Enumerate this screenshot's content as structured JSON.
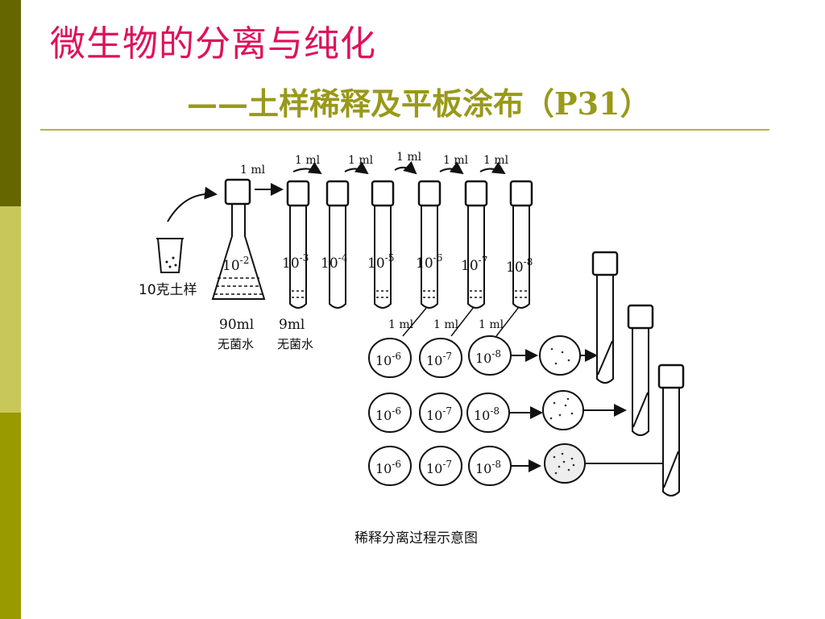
{
  "slide": {
    "title": "微生物的分离与纯化",
    "subtitle": "——土样稀释及平板涂布（P31）"
  },
  "diagram": {
    "soil_label": "10克土样",
    "flask_water": "90ml",
    "flask_water_label": "无菌水",
    "tube_water": "9ml",
    "tube_water_label": "无菌水",
    "transfer_volume": "1 ml",
    "dilutions": [
      "10",
      "10",
      "10",
      "10",
      "10",
      "10",
      "10"
    ],
    "dilution_exponents": [
      "-2",
      "-3",
      "-4",
      "-5",
      "-6",
      "-7",
      "-8"
    ],
    "plate_rows": [
      [
        {
          "base": "10",
          "exp": "-6"
        },
        {
          "base": "10",
          "exp": "-7"
        },
        {
          "base": "10",
          "exp": "-8"
        }
      ],
      [
        {
          "base": "10",
          "exp": "-6"
        },
        {
          "base": "10",
          "exp": "-7"
        },
        {
          "base": "10",
          "exp": "-8"
        }
      ],
      [
        {
          "base": "10",
          "exp": "-6"
        },
        {
          "base": "10",
          "exp": "-7"
        },
        {
          "base": "10",
          "exp": "-8"
        }
      ]
    ],
    "caption": "稀释分离过程示意图"
  }
}
